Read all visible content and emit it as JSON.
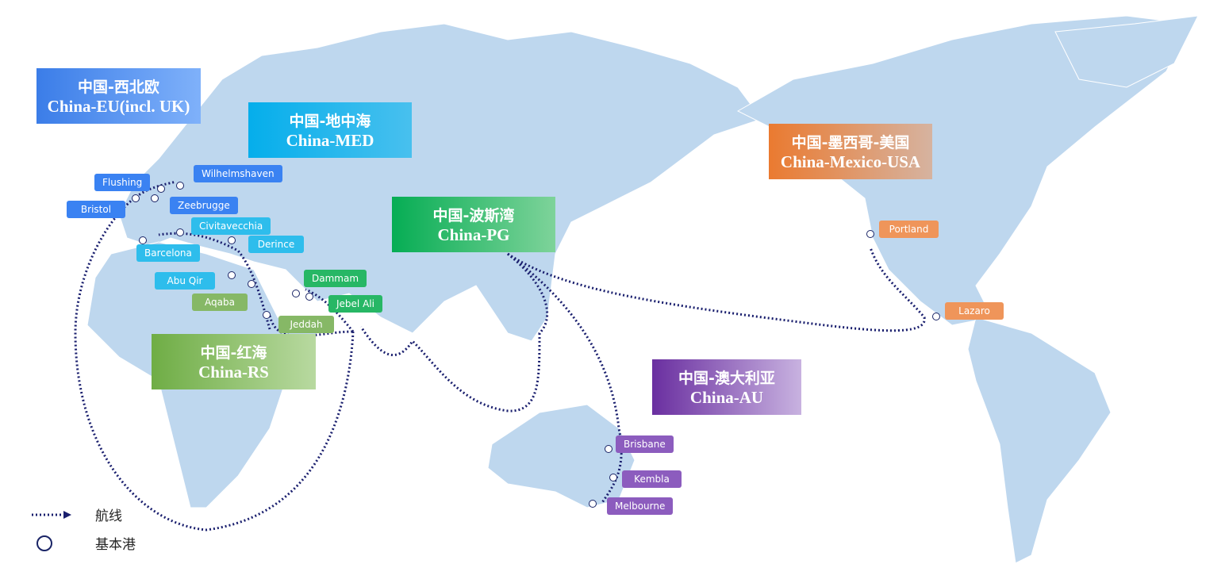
{
  "regions": [
    {
      "cn": "中国-西北欧",
      "en": "China-EU(incl. UK)",
      "color": "#3b7de8"
    },
    {
      "cn": "中国-地中海",
      "en": "China-MED",
      "color": "#1ab0ea"
    },
    {
      "cn": "中国-波斯湾",
      "en": "China-PG",
      "color": "#0db05a"
    },
    {
      "cn": "中国-红海",
      "en": "China-RS",
      "color": "#6fad45"
    },
    {
      "cn": "中国-澳大利亚",
      "en": "China-AU",
      "color": "#6a2fa0"
    },
    {
      "cn": "中国-墨西哥-美国",
      "en": "China-Mexico-USA",
      "color": "#ea7a30"
    }
  ],
  "ports": {
    "flushing": "Flushing",
    "wilhelmshaven": "Wilhelmshaven",
    "bristol": "Bristol",
    "zeebrugge": "Zeebrugge",
    "civitavecchia": "Civitavecchia",
    "barcelona": "Barcelona",
    "derince": "Derince",
    "abuqir": "Abu Qir",
    "aqaba": "Aqaba",
    "jeddah": "Jeddah",
    "dammam": "Dammam",
    "jebelali": "Jebel Ali",
    "portland": "Portland",
    "lazaro": "Lazaro",
    "brisbane": "Brisbane",
    "kembla": "Kembla",
    "melbourne": "Melbourne"
  },
  "legend": {
    "route": "航线",
    "port": "基本港"
  }
}
